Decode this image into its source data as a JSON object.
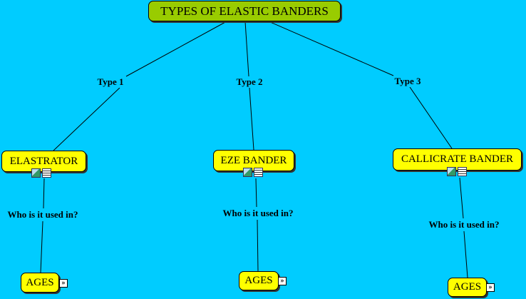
{
  "root": {
    "label": "TYPES OF ELASTIC BANDERS"
  },
  "links": {
    "type1": "Type 1",
    "type2": "Type 2",
    "type3": "Type 3",
    "used1": "Who is it used in?",
    "used2": "Who is it used in?",
    "used3": "Who is it used in?"
  },
  "nodes": {
    "elastrator": "ELASTRATOR",
    "eze": "EZE BANDER",
    "callicrate": "CALLICRATE BANDER",
    "ages1": "AGES",
    "ages2": "AGES",
    "ages3": "AGES"
  },
  "colors": {
    "background": "#00ccff",
    "concept": "#ffff00",
    "root": "#99cc00"
  }
}
